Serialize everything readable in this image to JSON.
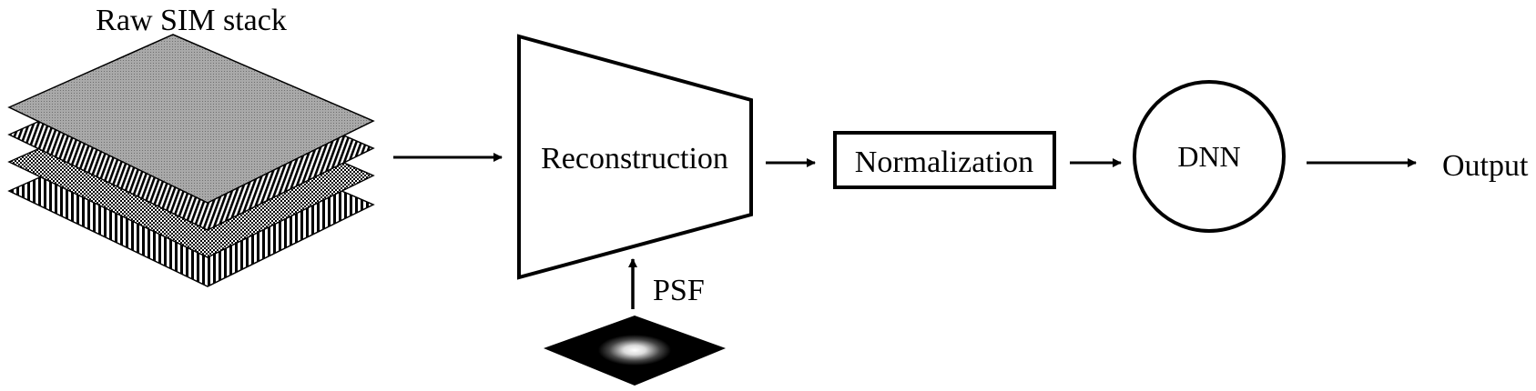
{
  "diagram": {
    "labels": {
      "stack_title": "Raw SIM stack",
      "reconstruction": "Reconstruction",
      "psf": "PSF",
      "normalization": "Normalization",
      "dnn": "DNN",
      "output": "Output"
    },
    "colors": {
      "ink": "#000000",
      "background": "#ffffff",
      "top_layer_fill": "#a9a9a9"
    }
  }
}
